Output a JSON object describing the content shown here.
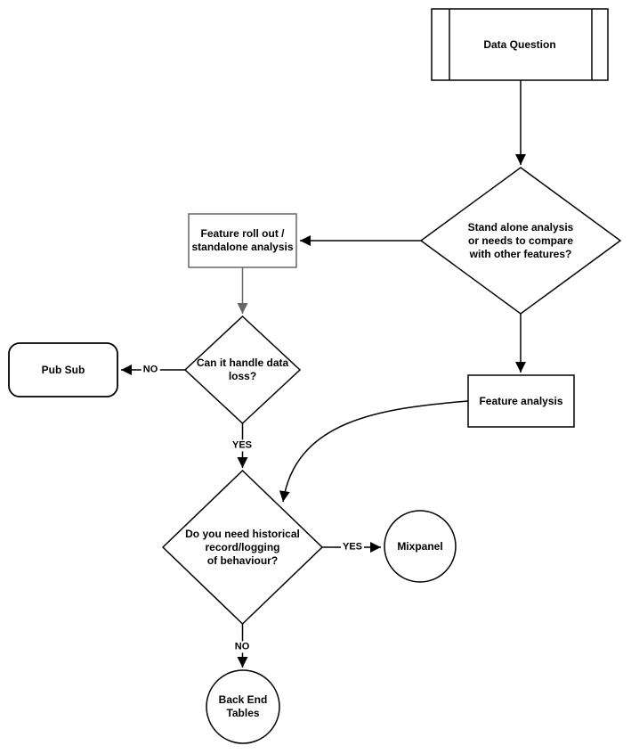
{
  "diagram": {
    "type": "flowchart",
    "background": "#ffffff",
    "colors": {
      "stroke": "#000000",
      "muted_stroke": "#666666",
      "text": "#000000",
      "edge_label_background": "#ffffff"
    },
    "nodes": {
      "data_question": {
        "label": "Data Question",
        "shape": "predefined-process"
      },
      "standalone_decision": {
        "label": "Stand alone analysis\nor needs to compare\nwith other features?",
        "shape": "decision"
      },
      "feature_rollout": {
        "label": "Feature roll out /\nstandalone analysis",
        "shape": "process"
      },
      "data_loss_decision": {
        "label": "Can it handle data\nloss?",
        "shape": "decision"
      },
      "pub_sub": {
        "label": "Pub Sub",
        "shape": "rounded-rectangle"
      },
      "feature_analysis": {
        "label": "Feature analysis",
        "shape": "process"
      },
      "historical_decision": {
        "label": "Do you need historical\nrecord/logging\nof behaviour?",
        "shape": "decision"
      },
      "mixpanel": {
        "label": "Mixpanel",
        "shape": "circle"
      },
      "backend_tables": {
        "label": "Back End\nTables",
        "shape": "circle"
      }
    },
    "edges": [
      {
        "from": "data_question",
        "to": "standalone_decision",
        "label": ""
      },
      {
        "from": "standalone_decision",
        "to": "feature_rollout",
        "label": ""
      },
      {
        "from": "feature_rollout",
        "to": "data_loss_decision",
        "label": ""
      },
      {
        "from": "data_loss_decision",
        "to": "pub_sub",
        "label": "NO"
      },
      {
        "from": "data_loss_decision",
        "to": "historical_decision",
        "label": "YES"
      },
      {
        "from": "standalone_decision",
        "to": "feature_analysis",
        "label": ""
      },
      {
        "from": "feature_analysis",
        "to": "historical_decision",
        "label": ""
      },
      {
        "from": "historical_decision",
        "to": "mixpanel",
        "label": "YES"
      },
      {
        "from": "historical_decision",
        "to": "backend_tables",
        "label": "NO"
      }
    ]
  }
}
